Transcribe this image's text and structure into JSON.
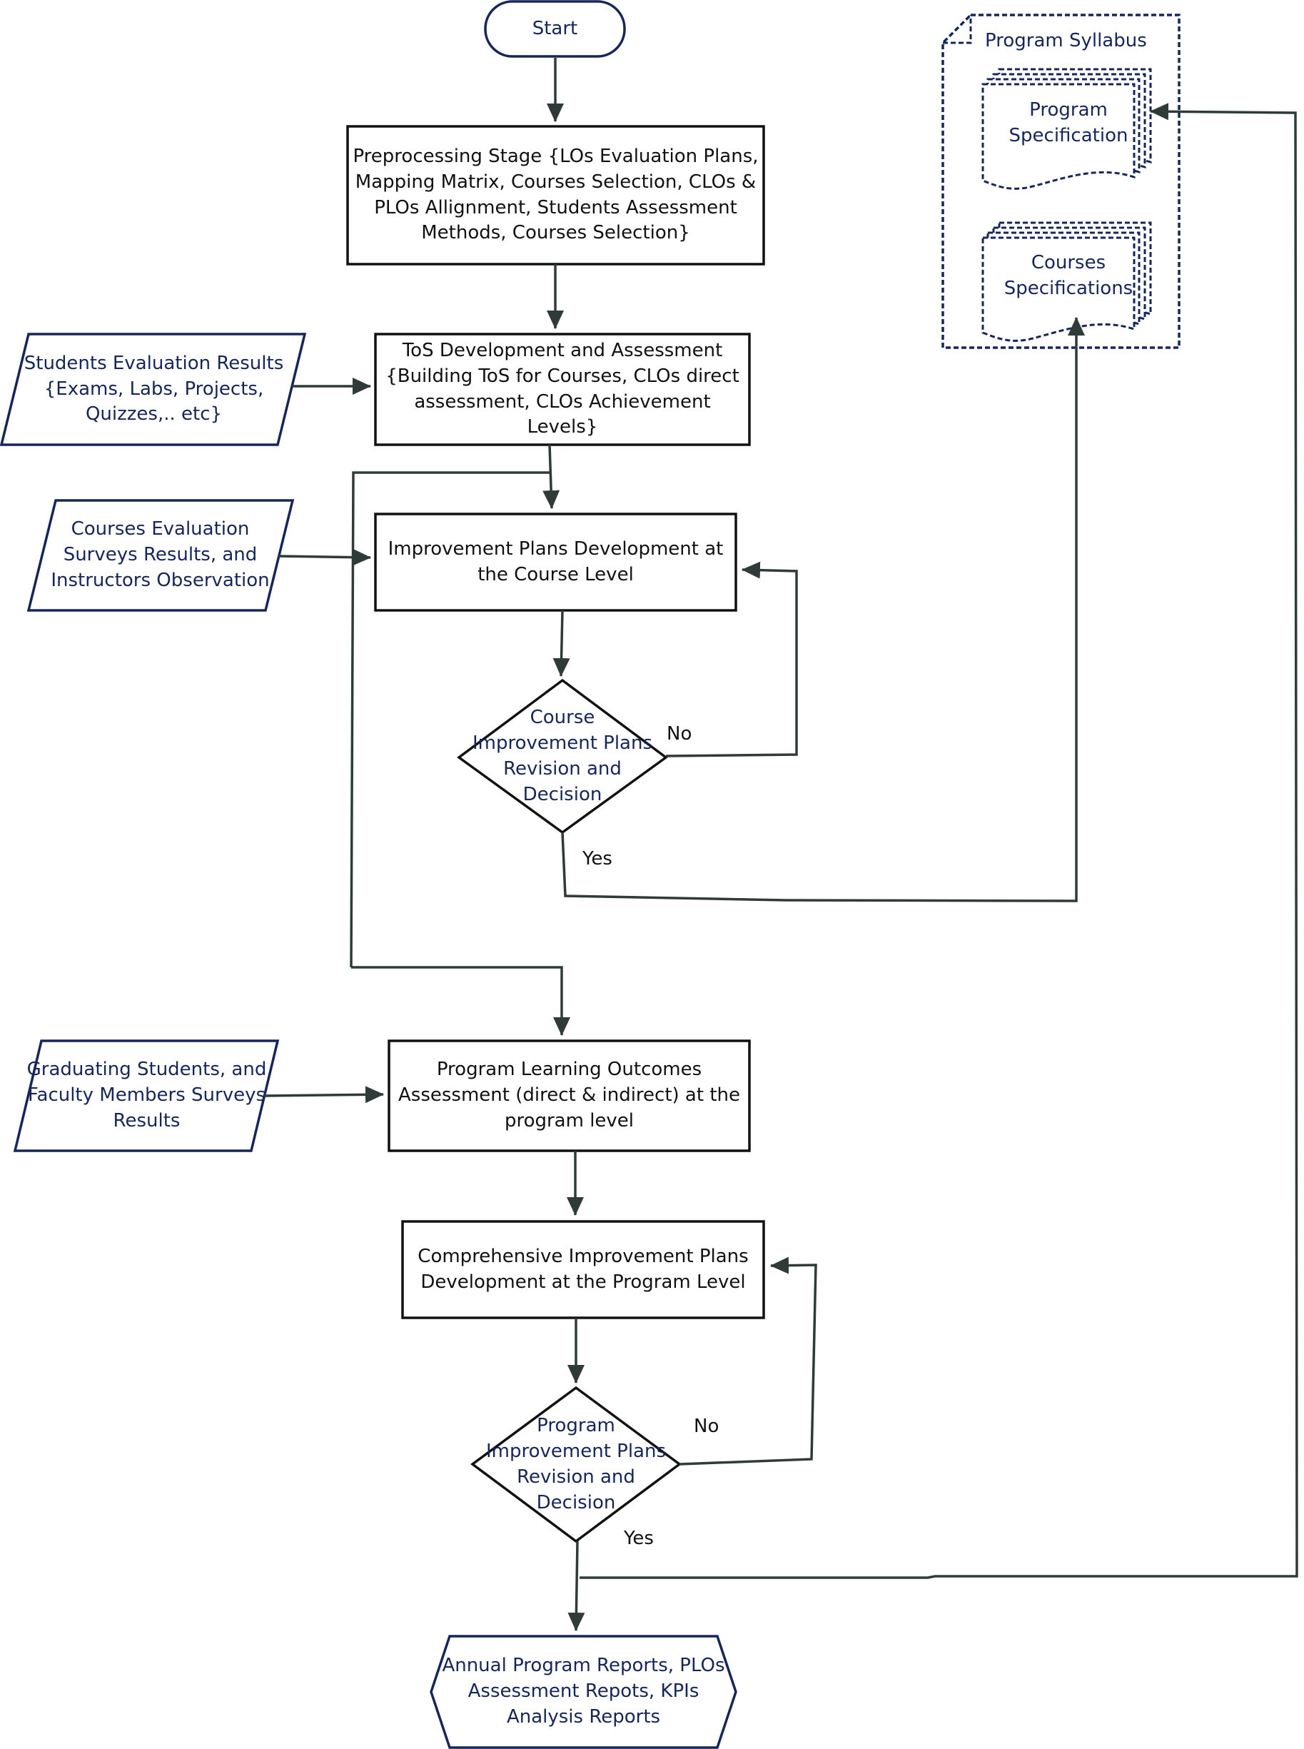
{
  "colors": {
    "line": "#2f3b39",
    "box_border": "#111111",
    "input_border": "#17265a",
    "input_text": "#17265a",
    "syllabus_border": "#17265a"
  },
  "nodes": {
    "start": "Start",
    "preprocessing": "Preprocessing Stage {LOs Evaluation Plans,\nMapping Matrix, Courses Selection, CLOs &\nPLOs Allignment, Students Assessment\nMethods, Courses Selection}",
    "tos": "ToS Development and Assessment\n{Building ToS for Courses, CLOs direct\nassessment, CLOs Achievement Levels}",
    "course_improvement": "Improvement Plans Development at\nthe Course Level",
    "course_decision": "Course\nImprovement Plans\nRevision and\nDecision",
    "plo_assessment": "Program Learning Outcomes\nAssessment (direct & indirect) at the\nprogram level",
    "program_improvement": "Comprehensive Improvement Plans\nDevelopment at the Program Level",
    "program_decision": "Program\nImprovement Plans\nRevision and\nDecision",
    "reports": "Annual Program Reports, PLOs\nAssessment Repots, KPIs\nAnalysis Reports"
  },
  "inputs": {
    "students_eval": "Students Evaluation Results\n{Exams, Labs, Projects,\nQuizzes,.. etc}",
    "courses_eval": "Courses Evaluation\nSurveys Results, and\nInstructors Observation",
    "graduating": "Graduating Students, and\nFaculty Members Surveys\nResults"
  },
  "syllabus": {
    "title": "Program Syllabus",
    "program_spec": "Program\nSpecification",
    "courses_spec": "Courses\nSpecifications"
  },
  "labels": {
    "no1": "No",
    "yes1": "Yes",
    "no2": "No",
    "yes2": "Yes"
  }
}
